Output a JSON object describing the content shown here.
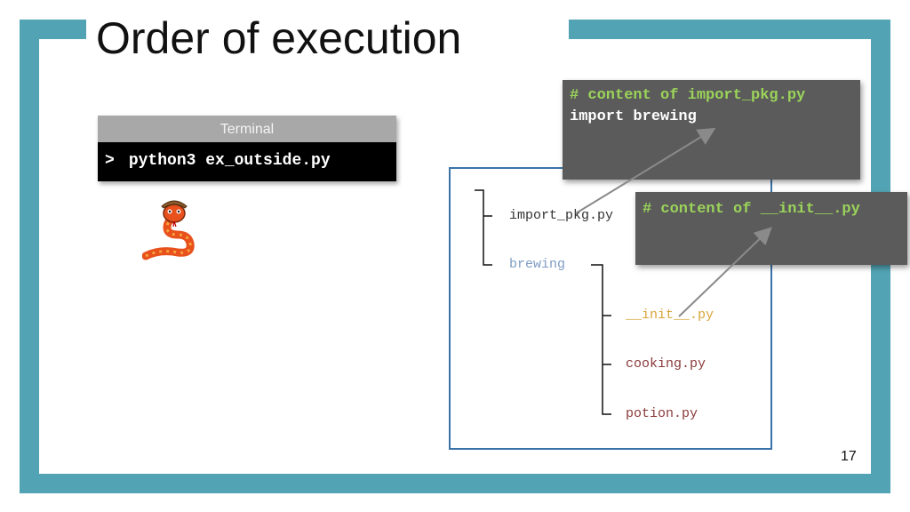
{
  "slide": {
    "title": "Order of execution",
    "page_number": "17"
  },
  "terminal": {
    "header": "Terminal",
    "prompt": ">",
    "command": "python3 ex_outside.py"
  },
  "tree": {
    "import_pkg": "import_pkg.py",
    "brewing": "brewing",
    "init": "__init__.py",
    "cooking": "cooking.py",
    "potion": "potion.py"
  },
  "callouts": {
    "import_pkg_comment": "# content of import_pkg.py",
    "import_pkg_code": "import brewing",
    "init_comment": "# content of __init__.py"
  },
  "colors": {
    "frame": "#52a4b4",
    "comment_green": "#9bd35a",
    "brewing_blue": "#7f9cc2",
    "init_orange": "#d9a53a",
    "file_red": "#8b3a3a"
  }
}
